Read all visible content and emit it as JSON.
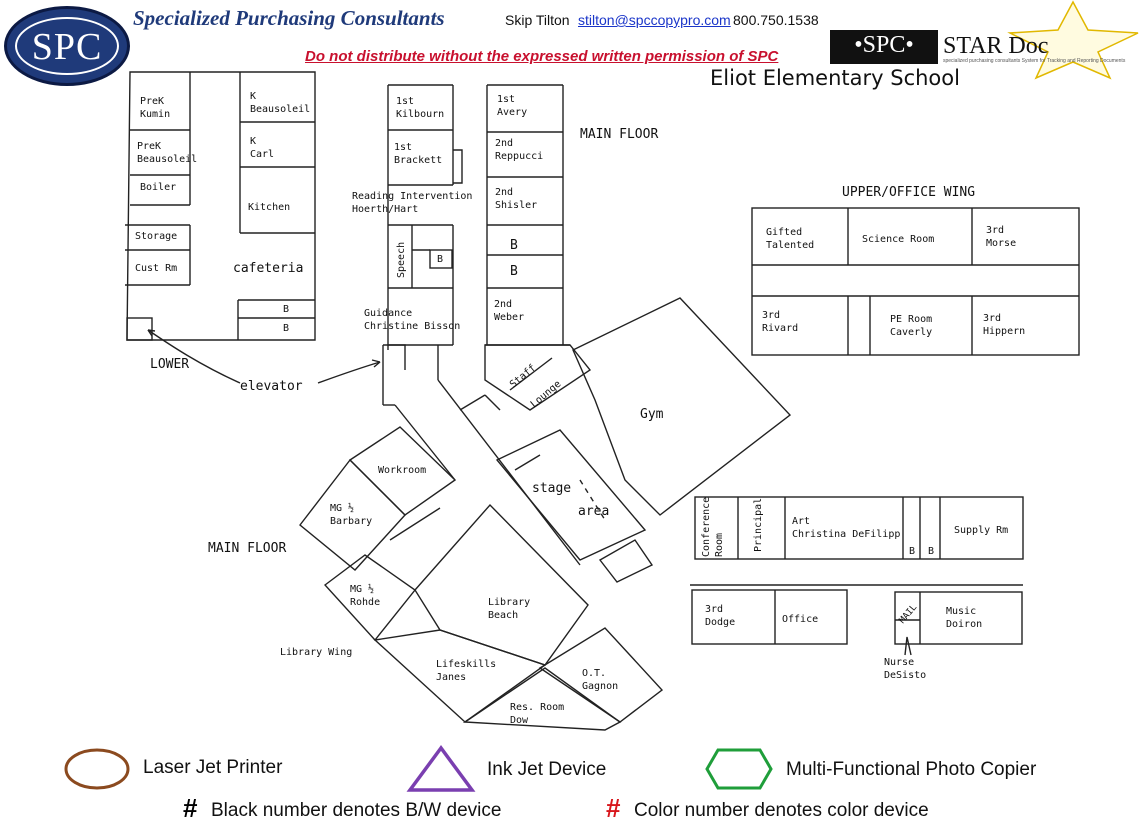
{
  "header": {
    "company": "Specialized Purchasing Consultants",
    "contact_name": "Skip Tilton",
    "email": "stilton@spccopypro.com",
    "phone": "800.750.1538",
    "warning": "Do not distribute without the expressed written permission of SPC",
    "logo_text": "SPC",
    "star_logo_spc": "•SPC•",
    "star_logo_text": "STAR Doc",
    "star_logo_tagline": "specialized purchasing consultants  System for Tracking and Reporting Documents",
    "school": "Eliot Elementary School"
  },
  "colors": {
    "brand": "#1f3a7a",
    "warning": "#c8102e",
    "laser": "#8b4a1f",
    "inkjet": "#7a3fb0",
    "mfp": "#1f9e3a"
  },
  "floorplan": {
    "wing_labels": {
      "main_floor_top": "MAIN FLOOR",
      "upper_office": "UPPER/OFFICE WING",
      "lower": "LOWER",
      "elevator": "elevator",
      "main_floor_left": "MAIN FLOOR",
      "library_wing": "Library Wing",
      "nurse": "Nurse\nDeSisto"
    },
    "rooms": {
      "prek_kumin": "PreK\nKumin",
      "prek_beausoleil": "PreK\nBeausoleil",
      "boiler": "Boiler",
      "storage": "Storage",
      "cust_rm": "Cust Rm",
      "k_beausoleil": "K\nBeausoleil",
      "k_carl": "K\nCarl",
      "kitchen": "Kitchen",
      "cafeteria": "cafeteria",
      "b_caf1": "B",
      "b_caf2": "B",
      "kilbourn": "1st\nKilbourn",
      "brackett": "1st\nBrackett",
      "reading": "Reading Intervention\nHoerth/Hart",
      "speech": "Speech",
      "b_speech": "B",
      "guidance": "Guidance\nChristine Bisson",
      "avery": "1st\nAvery",
      "reppucci": "2nd\nReppucci",
      "shisler": "2nd\nShisler",
      "b_hall1": "B",
      "b_hall2": "B",
      "weber": "2nd\nWeber",
      "staff": "Staff",
      "lounge": "Lounge",
      "gym": "Gym",
      "stage": "stage",
      "area": "area",
      "workroom": "Workroom",
      "mg_barbary": "MG ½\nBarbary",
      "mg_rohde": "MG ½\nRohde",
      "library": "Library\nBeach",
      "lifeskills": "Lifeskills\nJanes",
      "ot": "O.T.\nGagnon",
      "res_room": "Res. Room\nDow",
      "gifted": "Gifted\nTalented",
      "science": "Science Room",
      "morse": "3rd\nMorse",
      "rivard": "3rd\nRivard",
      "pe_room": "PE Room\nCaverly",
      "hippern": "3rd\nHippern",
      "conference": "Conference\nRoom",
      "principal": "Principal",
      "art": "Art\nChristina DeFilipp",
      "b_art1": "B",
      "b_art2": "B",
      "supply": "Supply Rm",
      "dodge": "3rd\nDodge",
      "office": "Office",
      "mail": "MAIL",
      "music": "Music\nDoiron"
    }
  },
  "legend": {
    "laser": "Laser Jet Printer",
    "inkjet": "Ink Jet Device",
    "mfp": "Multi-Functional Photo Copier",
    "hash": "#",
    "bw_note": "Black number denotes B/W device",
    "color_note": "Color number denotes color device"
  }
}
